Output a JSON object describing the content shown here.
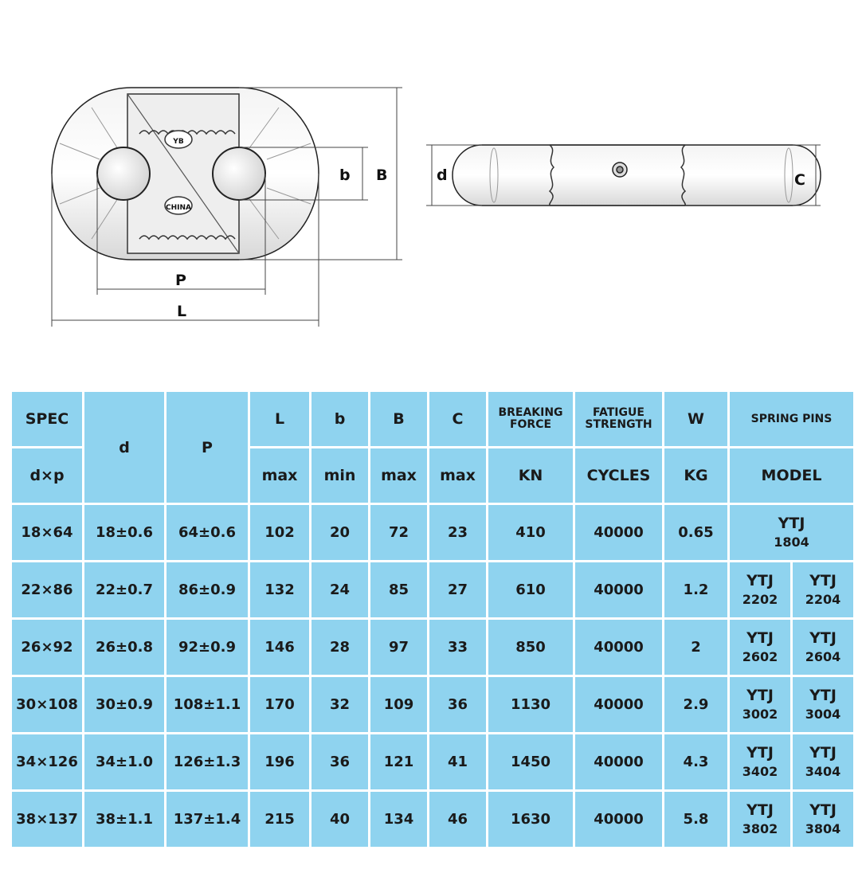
{
  "drawing": {
    "labels": {
      "b": "b",
      "B": "B",
      "P": "P",
      "L": "L",
      "d": "d",
      "C": "C"
    },
    "markings": [
      "YB",
      "CHINA"
    ]
  },
  "table": {
    "header": {
      "spec": "SPEC",
      "spec_sub": "d×p",
      "d": "d",
      "p": "P",
      "L": "L",
      "L_unit": "max",
      "b": "b",
      "b_unit": "min",
      "B": "B",
      "B_unit": "max",
      "C": "C",
      "C_unit": "max",
      "breaking_1": "BREAKING",
      "breaking_2": "FORCE",
      "breaking_unit": "KN",
      "fatigue_1": "FATIGUE",
      "fatigue_2": "STRENGTH",
      "fatigue_unit": "CYCLES",
      "w": "W",
      "w_unit": "KG",
      "pins": "SPRING PINS",
      "pins_sub": "MODEL"
    },
    "rows": [
      {
        "spec": "18×64",
        "d": "18±0.6",
        "p": "64±0.6",
        "L": "102",
        "b": "20",
        "B": "72",
        "C": "23",
        "force": "410",
        "cycles": "40000",
        "w": "0.65",
        "pins": [
          {
            "pre": "YTJ",
            "num": "1804"
          }
        ]
      },
      {
        "spec": "22×86",
        "d": "22±0.7",
        "p": "86±0.9",
        "L": "132",
        "b": "24",
        "B": "85",
        "C": "27",
        "force": "610",
        "cycles": "40000",
        "w": "1.2",
        "pins": [
          {
            "pre": "YTJ",
            "num": "2202"
          },
          {
            "pre": "YTJ",
            "num": "2204"
          }
        ]
      },
      {
        "spec": "26×92",
        "d": "26±0.8",
        "p": "92±0.9",
        "L": "146",
        "b": "28",
        "B": "97",
        "C": "33",
        "force": "850",
        "cycles": "40000",
        "w": "2",
        "pins": [
          {
            "pre": "YTJ",
            "num": "2602"
          },
          {
            "pre": "YTJ",
            "num": "2604"
          }
        ]
      },
      {
        "spec": "30×108",
        "d": "30±0.9",
        "p": "108±1.1",
        "L": "170",
        "b": "32",
        "B": "109",
        "C": "36",
        "force": "1130",
        "cycles": "40000",
        "w": "2.9",
        "pins": [
          {
            "pre": "YTJ",
            "num": "3002"
          },
          {
            "pre": "YTJ",
            "num": "3004"
          }
        ]
      },
      {
        "spec": "34×126",
        "d": "34±1.0",
        "p": "126±1.3",
        "L": "196",
        "b": "36",
        "B": "121",
        "C": "41",
        "force": "1450",
        "cycles": "40000",
        "w": "4.3",
        "pins": [
          {
            "pre": "YTJ",
            "num": "3402"
          },
          {
            "pre": "YTJ",
            "num": "3404"
          }
        ]
      },
      {
        "spec": "38×137",
        "d": "38±1.1",
        "p": "137±1.4",
        "L": "215",
        "b": "40",
        "B": "134",
        "C": "46",
        "force": "1630",
        "cycles": "40000",
        "w": "5.8",
        "pins": [
          {
            "pre": "YTJ",
            "num": "3802"
          },
          {
            "pre": "YTJ",
            "num": "3804"
          }
        ]
      }
    ]
  },
  "colors": {
    "cell_fill": "#8fd3ef",
    "line": "#333333"
  }
}
